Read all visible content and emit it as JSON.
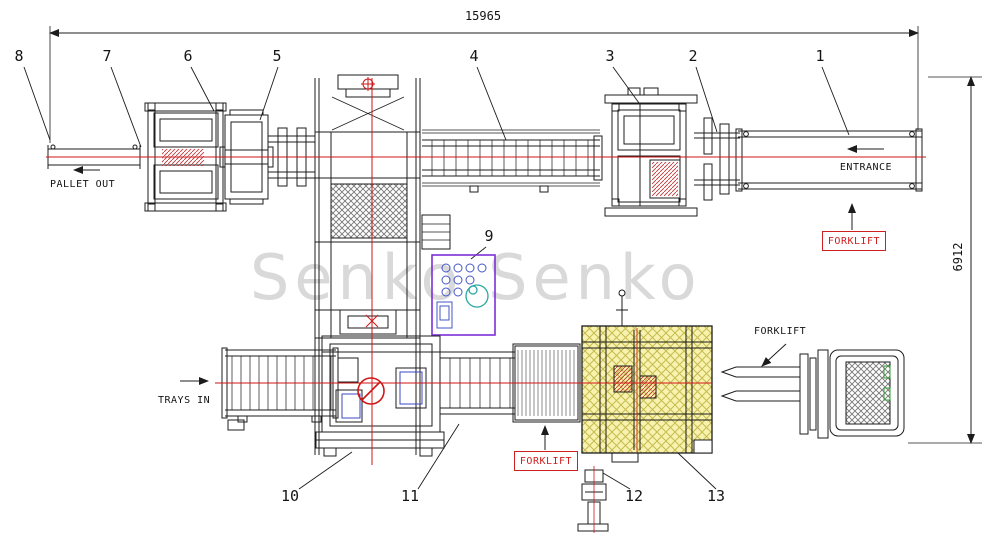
{
  "drawing": {
    "watermark": "Senko Senko",
    "dimensions": {
      "overall_length": "15965",
      "overall_depth": "6912"
    },
    "callouts": {
      "n1": "1",
      "n2": "2",
      "n3": "3",
      "n4": "4",
      "n5": "5",
      "n6": "6",
      "n7": "7",
      "n8": "8",
      "n9": "9",
      "n10": "10",
      "n11": "11",
      "n12": "12",
      "n13": "13"
    },
    "labels": {
      "pallet_out": "PALLET OUT",
      "trays_in": "TRAYS IN",
      "entrance": "ENTRANCE",
      "forklift_entrance": "FORKLIFT",
      "forklift_right": "FORKLIFT",
      "forklift_station": "FORKLIFT"
    },
    "colors": {
      "centerline": "#d01616",
      "highlight_block": "#f7f2ae",
      "detail_box": "#7b2fd6"
    }
  }
}
